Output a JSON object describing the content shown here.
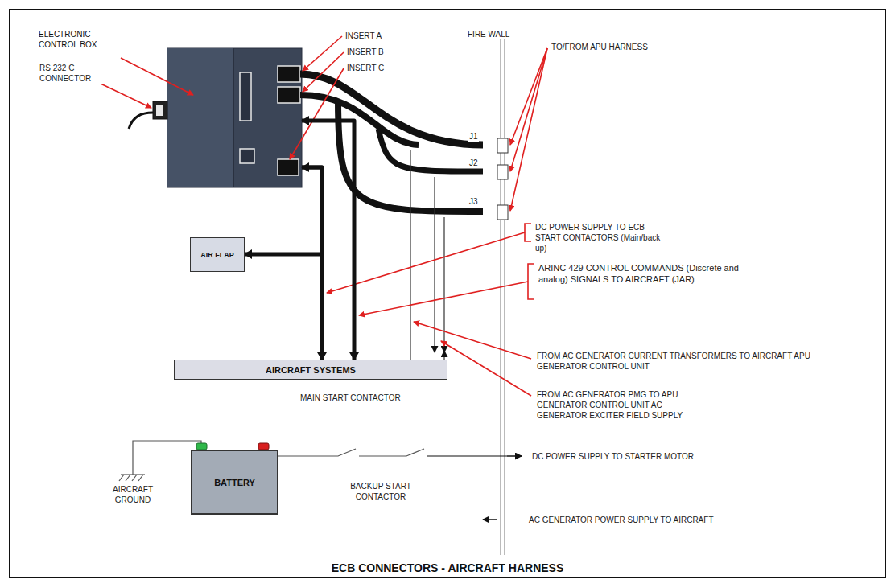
{
  "diagram": {
    "title": "ECB CONNECTORS - AIRCRAFT HARNESS",
    "nodes": [
      {
        "text": [
          "ELECTRONIC CONTROL BOX"
        ]
      },
      {
        "text": [
          "AIR FLAP"
        ]
      },
      {
        "text": [
          "AIRCRAFT SYSTEMS"
        ]
      },
      {
        "text": [
          "BATTERY"
        ]
      }
    ],
    "edges": [
      {
        "from": 0,
        "to": 1,
        "arrow": "to"
      },
      {
        "from": 0,
        "to": 2,
        "arrow": "both"
      },
      {
        "from": 0,
        "to": 2,
        "arrow": "both"
      }
    ],
    "labels": [
      "RS 232 C CONNECTOR",
      "INSERT A",
      "INSERT B",
      "INSERT C",
      "FIRE WALL",
      "J1",
      "J2",
      "J3",
      "TO/FROM APU HARNESS",
      "DC POWER SUPPLY TO ECB START CONTACTORS (Main/back up)",
      "ARINC 429 CONTROL COMMANDS (Discrete and analog) SIGNALS TO AIRCRAFT (JAR)",
      "FROM AC GENERATOR CURRENT TRANSFORMERS TO AIRCRAFT APU GENERATOR CONTROL UNIT",
      "FROM AC GENERATOR PMG TO APU GENERATOR CONTROL UNIT AC GENERATOR EXCITER FIELD SUPPLY",
      "MAIN START CONTACTOR",
      "AIRCRAFT GROUND",
      "BACKUP START CONTACTOR",
      "DC POWER SUPPLY TO STARTER MOTOR",
      "AC GENERATOR POWER SUPPLY TO AIRCRAFT"
    ]
  }
}
